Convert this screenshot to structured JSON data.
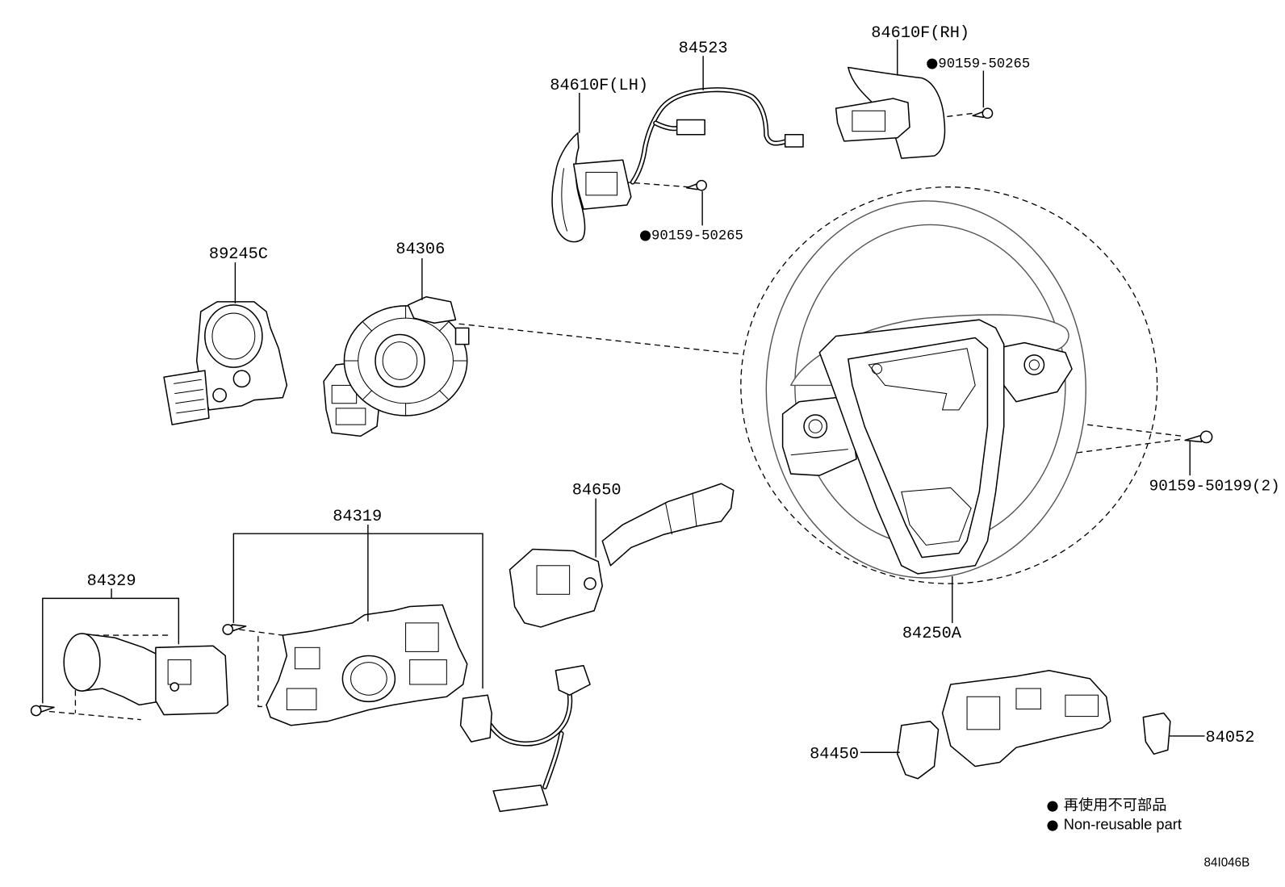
{
  "callouts": [
    {
      "text": "84523"
    },
    {
      "text": "84610F(RH)"
    },
    {
      "marker": "●",
      "text": "90159-50265"
    },
    {
      "text": "84610F(LH)"
    },
    {
      "marker": "●",
      "text": "90159-50265"
    },
    {
      "text": "89245C"
    },
    {
      "text": "84306"
    },
    {
      "text": "90159-50199(2)"
    },
    {
      "text": "84650"
    },
    {
      "text": "84319"
    },
    {
      "text": "84329"
    },
    {
      "text": "84250A"
    },
    {
      "text": "84450"
    },
    {
      "text": "84052"
    }
  ],
  "legend": [
    {
      "marker": "●",
      "text": "再使用不可部品"
    },
    {
      "marker": "●",
      "text": "Non-reusable part"
    }
  ],
  "figure_code": "84I046B"
}
